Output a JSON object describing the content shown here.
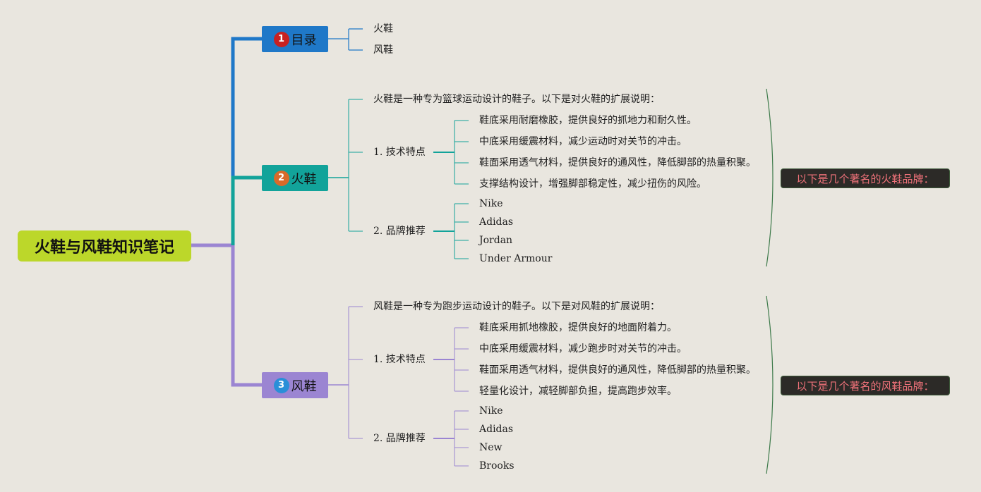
{
  "root": {
    "title": "火鞋与风鞋知识笔记"
  },
  "branches": [
    {
      "number": "1",
      "label": "目录",
      "color": "#1f78c8",
      "badge_color": "#c82121",
      "items": [
        "火鞋",
        "风鞋"
      ]
    },
    {
      "number": "2",
      "label": "火鞋",
      "color": "#12a39a",
      "badge_color": "#d86a2a",
      "intro": "火鞋是一种专为篮球运动设计的鞋子。以下是对火鞋的扩展说明：",
      "tech": {
        "label": "1. 技术特点",
        "items": [
          "鞋底采用耐磨橡胶，提供良好的抓地力和耐久性。",
          "中底采用缓震材料，减少运动时对关节的冲击。",
          "鞋面采用透气材料，提供良好的通风性，降低脚部的热量积聚。",
          "支撑结构设计，增强脚部稳定性，减少扭伤的风险。"
        ]
      },
      "brands": {
        "label": "2. 品牌推荐",
        "items": [
          "Nike",
          "Adidas",
          "Jordan",
          "Under Armour"
        ]
      },
      "summary": "以下是几个著名的火鞋品牌："
    },
    {
      "number": "3",
      "label": "风鞋",
      "color": "#9b85d2",
      "badge_color": "#2a8fd8",
      "intro": "风鞋是一种专为跑步运动设计的鞋子。以下是对风鞋的扩展说明：",
      "tech": {
        "label": "1. 技术特点",
        "items": [
          "鞋底采用抓地橡胶，提供良好的地面附着力。",
          "中底采用缓震材料，减少跑步时对关节的冲击。",
          "鞋面采用透气材料，提供良好的通风性，降低脚部的热量积聚。",
          "轻量化设计，减轻脚部负担，提高跑步效率。"
        ]
      },
      "brands": {
        "label": "2. 品牌推荐",
        "items": [
          "Nike",
          "Adidas",
          "New",
          "Brooks"
        ]
      },
      "summary": "以下是几个著名的风鞋品牌："
    }
  ],
  "colors": {
    "background": "#e9e6df",
    "root": "#bcd72a",
    "root_line": "#9b85d2",
    "callout_text": "#f0727a",
    "brace": "#3d7a4a"
  }
}
